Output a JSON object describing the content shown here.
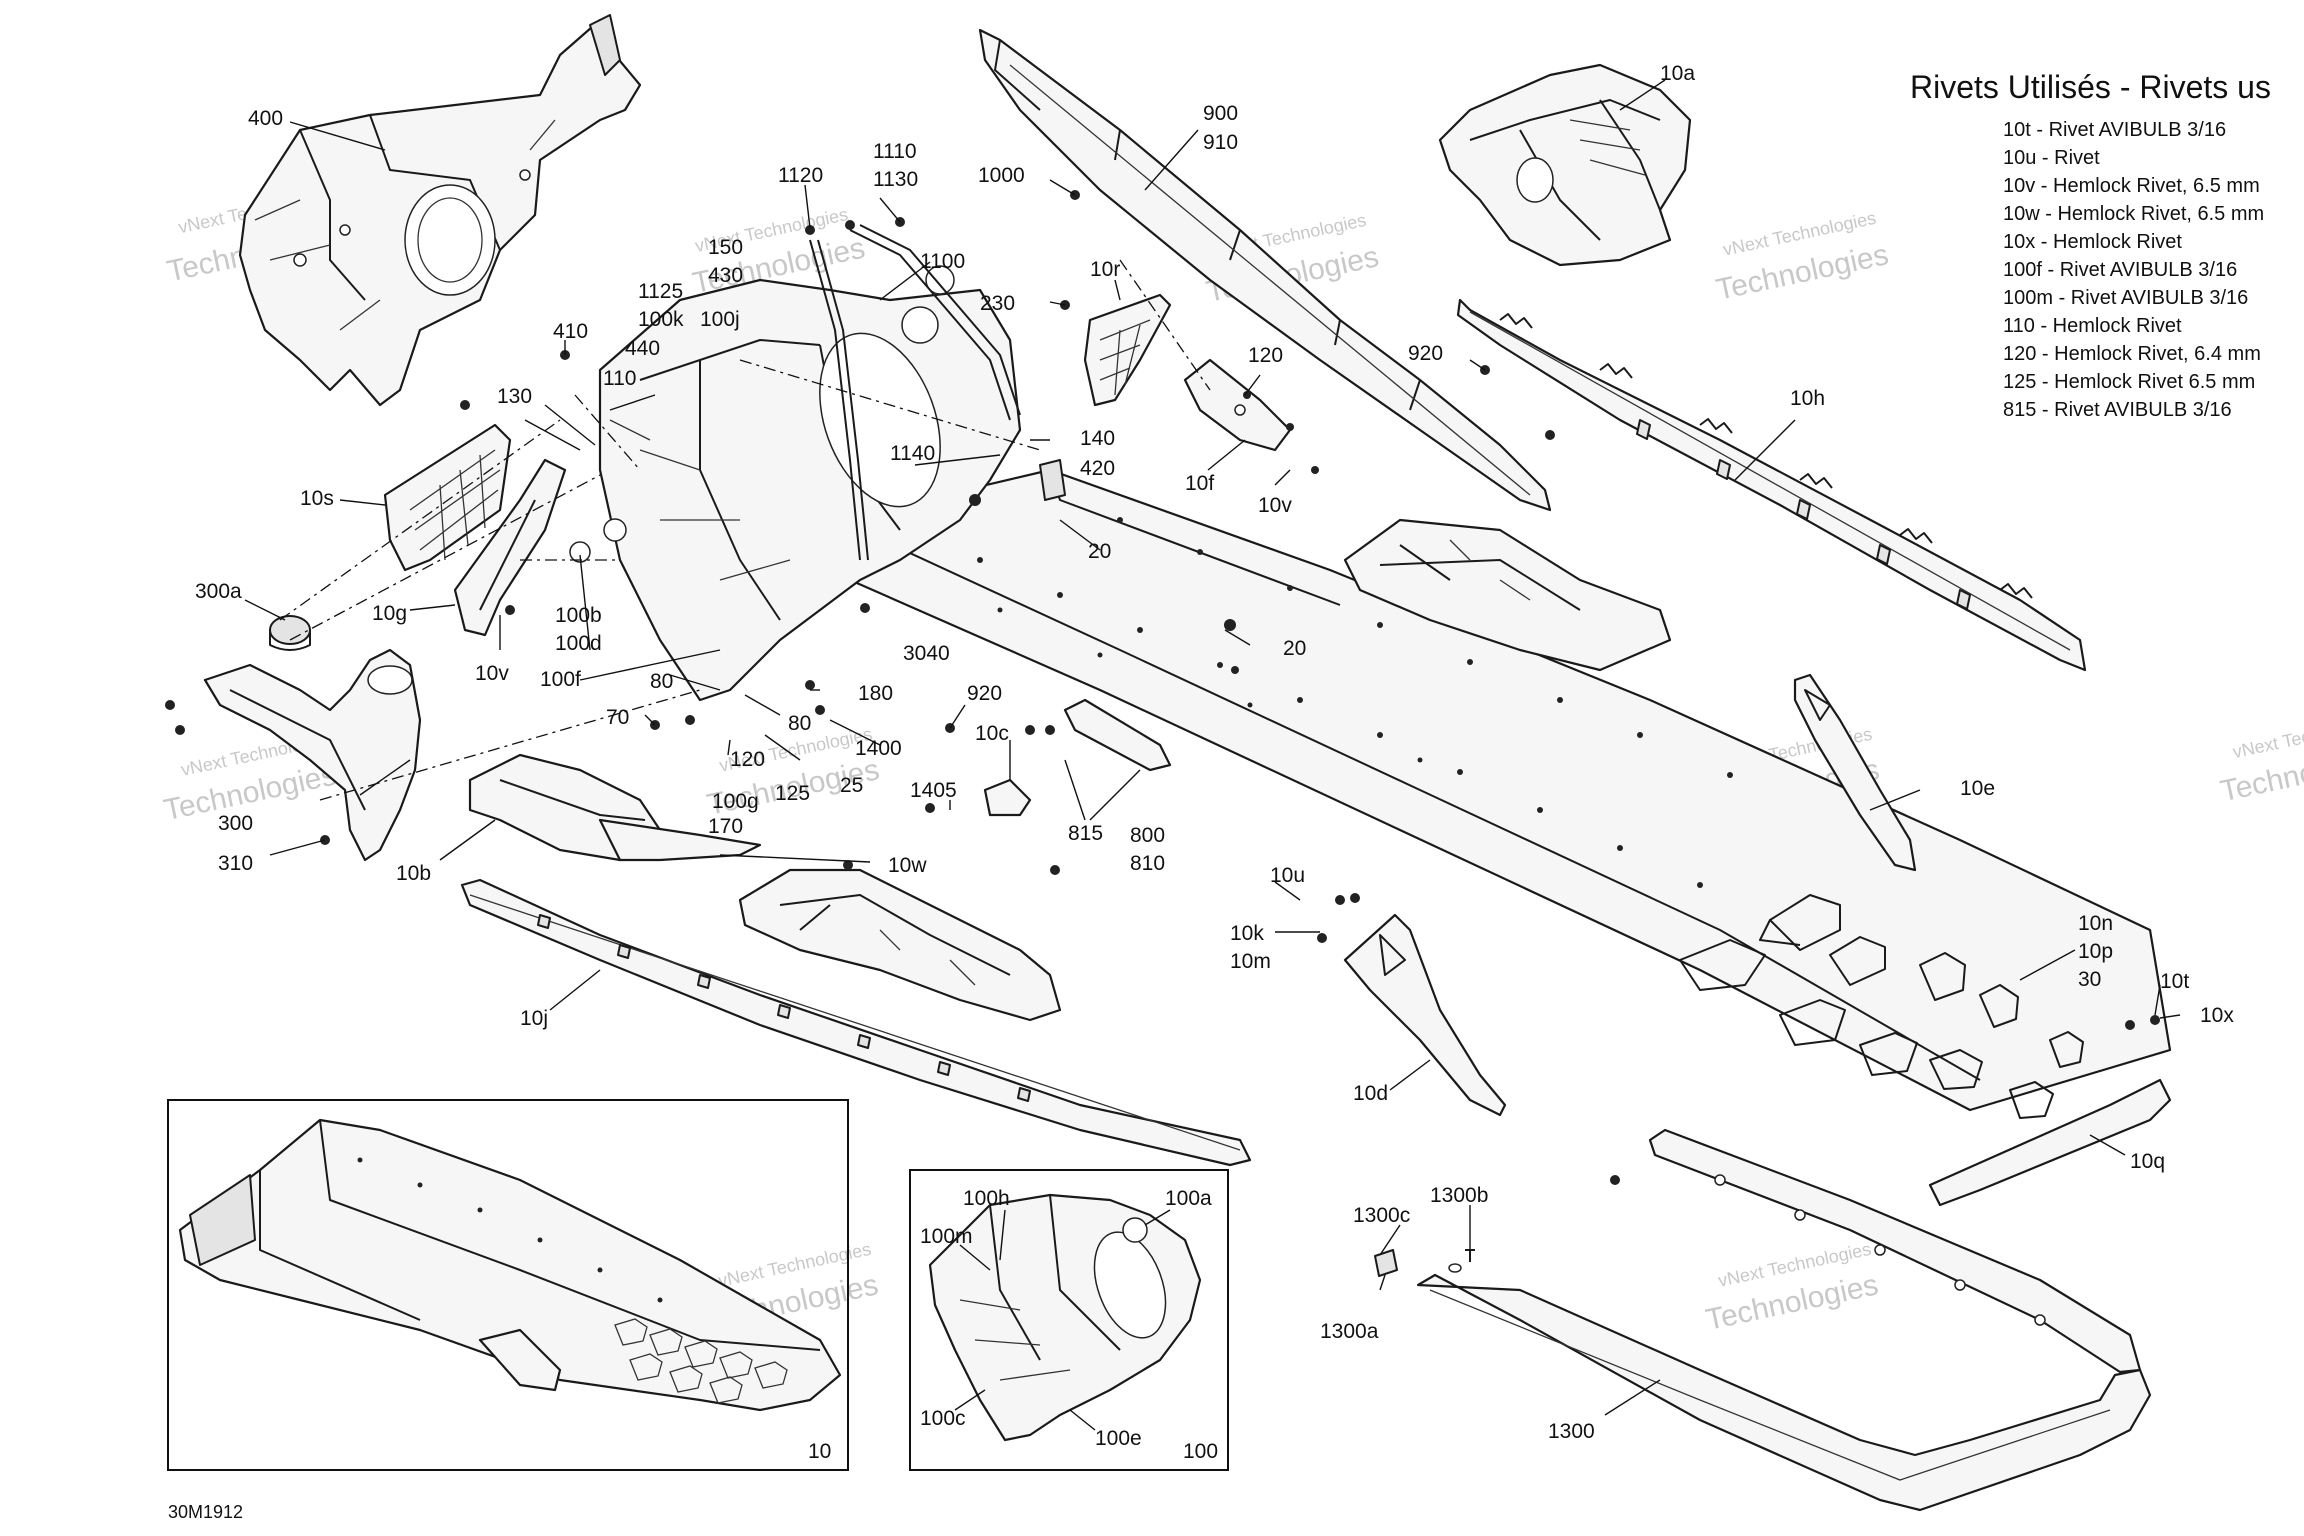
{
  "legend": {
    "title": "Rivets Utilisés - Rivets us",
    "items": [
      "10t - Rivet AVIBULB 3/16",
      "10u - Rivet",
      "10v - Hemlock Rivet, 6.5 mm",
      "10w - Hemlock Rivet, 6.5 mm",
      "10x - Hemlock Rivet",
      "100f - Rivet AVIBULB 3/16",
      "100m - Rivet AVIBULB 3/16",
      "110 - Hemlock Rivet",
      "120 - Hemlock Rivet, 6.4 mm",
      "125 - Hemlock Rivet 6.5 mm",
      "815 - Rivet AVIBULB 3/16"
    ]
  },
  "callouts": {
    "c400": "400",
    "c10a": "10a",
    "c900": "900",
    "c910": "910",
    "c1000": "1000",
    "c1110": "1110",
    "c1130": "1130",
    "c1120": "1120",
    "c150": "150",
    "c430": "430",
    "c1100": "1100",
    "c1125": "1125",
    "c100k": "100k",
    "c100j": "100j",
    "c10r": "10r",
    "c230": "230",
    "c410": "410",
    "c440": "440",
    "c110": "110",
    "c130": "130",
    "c920a": "920",
    "c10h": "10h",
    "c120a": "120",
    "c1140": "1140",
    "c140": "140",
    "c420": "420",
    "c10f": "10f",
    "c10v_a": "10v",
    "c10s": "10s",
    "c20a": "20",
    "c300a": "300a",
    "c10g": "10g",
    "c100b": "100b",
    "c100d": "100d",
    "c10v_b": "10v",
    "c20b": "20",
    "c3040": "3040",
    "c100f": "100f",
    "c80a": "80",
    "c70": "70",
    "c180": "180",
    "c80b": "80",
    "c920b": "920",
    "c10c": "10c",
    "c1400": "1400",
    "c120b": "120",
    "c25": "25",
    "c10e": "10e",
    "c300": "300",
    "c125": "125",
    "c100g": "100g",
    "c1405": "1405",
    "c815": "815",
    "c800": "800",
    "c810": "810",
    "c170": "170",
    "c310": "310",
    "c10b": "10b",
    "c10w": "10w",
    "c10u": "10u",
    "c10k": "10k",
    "c10m": "10m",
    "c10n": "10n",
    "c10p": "10p",
    "c30": "30",
    "c10t": "10t",
    "c10x": "10x",
    "c10j": "10j",
    "c10d": "10d",
    "c10q": "10q",
    "c100h": "100h",
    "c100a": "100a",
    "c100m": "100m",
    "c1300c": "1300c",
    "c1300b": "1300b",
    "c1300a": "1300a",
    "c100c": "100c",
    "c100e": "100e",
    "c10": "10",
    "c100": "100",
    "c1300": "1300"
  },
  "watermark": {
    "line1": "vNext Technologies",
    "line2": "Technologies"
  },
  "figure_ref": "30M1912"
}
